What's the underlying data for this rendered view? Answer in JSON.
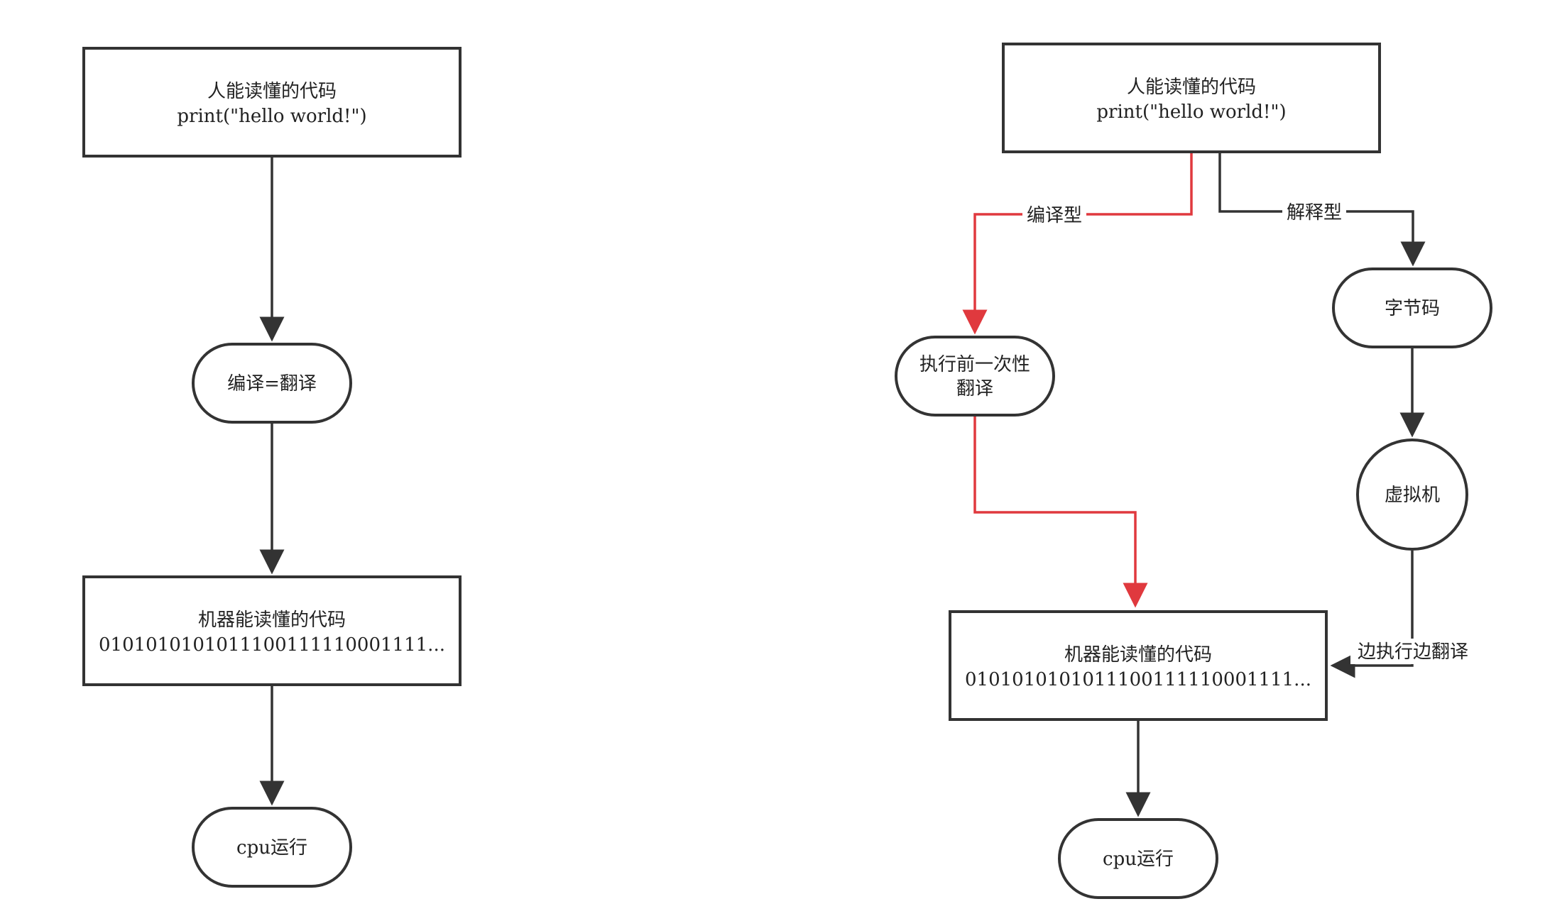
{
  "colors": {
    "stroke": "#333333",
    "highlight": "#e0393e",
    "text": "#222222",
    "background": "#ffffff"
  },
  "left_diagram": {
    "source": {
      "line1": "人能读懂的代码",
      "line2": "print(\"hello world!\")"
    },
    "compile": {
      "label": "编译=翻译"
    },
    "machine": {
      "line1": "机器能读懂的代码",
      "line2": "0101010101011100111110001111..."
    },
    "cpu": {
      "label": "cpu运行"
    }
  },
  "right_diagram": {
    "source": {
      "line1": "人能读懂的代码",
      "line2": "print(\"hello world!\")"
    },
    "compiled_edge": {
      "label": "编译型"
    },
    "interpreted_edge": {
      "label": "解释型"
    },
    "precompile": {
      "line1": "执行前一次性",
      "line2": "翻译"
    },
    "bytecode": {
      "label": "字节码"
    },
    "vm": {
      "label": "虚拟机"
    },
    "interpret_edge": {
      "label": "边执行边翻译"
    },
    "machine": {
      "line1": "机器能读懂的代码",
      "line2": "0101010101011100111110001111..."
    },
    "cpu": {
      "label": "cpu运行"
    }
  }
}
